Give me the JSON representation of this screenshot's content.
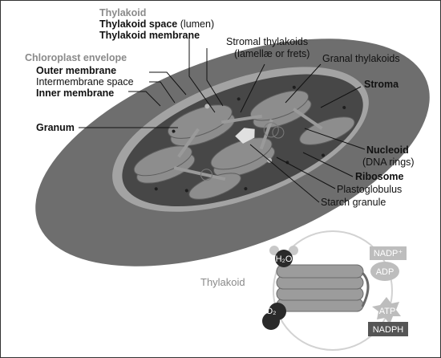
{
  "labels": {
    "thylakoid_header": "Thylakoid",
    "thylakoid_space": "Thylakoid space",
    "lumen": "(lumen)",
    "thylakoid_membrane": "Thylakoid membrane",
    "envelope_header": "Chloroplast envelope",
    "outer_membrane": "Outer membrane",
    "intermembrane_space": "Intermembrane space",
    "inner_membrane": "Inner membrane",
    "granum": "Granum",
    "stromal_thylakoids": "Stromal thylakoids",
    "lamellae": "(lamellæ or frets)",
    "granal_thylakoids": "Granal thylakoids",
    "stroma": "Stroma",
    "nucleoid": "Nucleoid",
    "dna_rings": "(DNA rings)",
    "ribosome": "Ribosome",
    "plastoglobulus": "Plastoglobulus",
    "starch_granule": "Starch granule"
  },
  "inset": {
    "title": "Thylakoid",
    "h2o": "H₂O",
    "o2": "O₂",
    "nadp": "NADP⁺",
    "adp": "ADP",
    "atp": "ATP",
    "nadph": "NADPH"
  },
  "colors": {
    "outer_body": "#6e6e6e",
    "inner_membrane": "#9a9a9a",
    "stroma": "#4a4a4a",
    "grana": "#8c8c8c",
    "label_grey": "#8a8a8a"
  }
}
